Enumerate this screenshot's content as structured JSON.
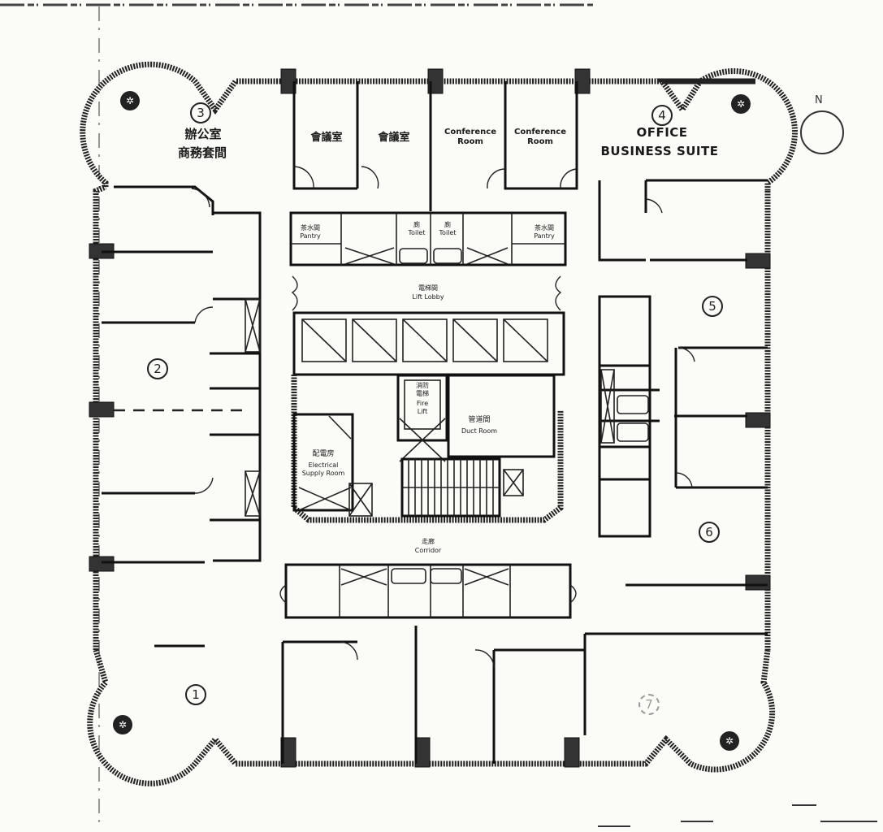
{
  "plan": {
    "type": "office floor plan",
    "compass": {
      "label": "N"
    },
    "units": [
      {
        "id": "1",
        "symbol": "①"
      },
      {
        "id": "2",
        "symbol": "②"
      },
      {
        "id": "3",
        "symbol": "③",
        "name_cn_1": "辦公室",
        "name_cn_2": "商務套間"
      },
      {
        "id": "4",
        "symbol": "④",
        "name_en_1": "OFFICE",
        "name_en_2": "BUSINESS SUITE"
      },
      {
        "id": "5",
        "symbol": "⑤"
      },
      {
        "id": "6",
        "symbol": "⑥"
      },
      {
        "id": "7",
        "symbol": "⑦"
      }
    ],
    "meeting_rooms": [
      {
        "label": "會議室"
      },
      {
        "label": "會議室"
      },
      {
        "label_1": "Conference",
        "label_2": "Room"
      },
      {
        "label_1": "Conference",
        "label_2": "Room"
      }
    ],
    "core": {
      "pantry_left": {
        "cn": "茶水間",
        "en": "Pantry"
      },
      "pantry_right": {
        "cn": "茶水間",
        "en": "Pantry"
      },
      "toilet_left": {
        "cn": "廁",
        "en": "Toilet"
      },
      "toilet_right": {
        "cn": "廁",
        "en": "Toilet"
      },
      "lift_lobby": {
        "cn": "電梯間",
        "en": "Lift Lobby"
      },
      "lift_count": 5,
      "fire_lift": {
        "cn_1": "消防",
        "cn_2": "電梯",
        "en_1": "Fire",
        "en_2": "Lift"
      },
      "electrical_room": {
        "cn": "配電房",
        "en_1": "Electrical",
        "en_2": "Supply Room"
      },
      "duct_room": {
        "cn": "管道間",
        "en": "Duct Room"
      },
      "corridor": {
        "cn": "走廊",
        "en": "Corridor"
      }
    }
  }
}
